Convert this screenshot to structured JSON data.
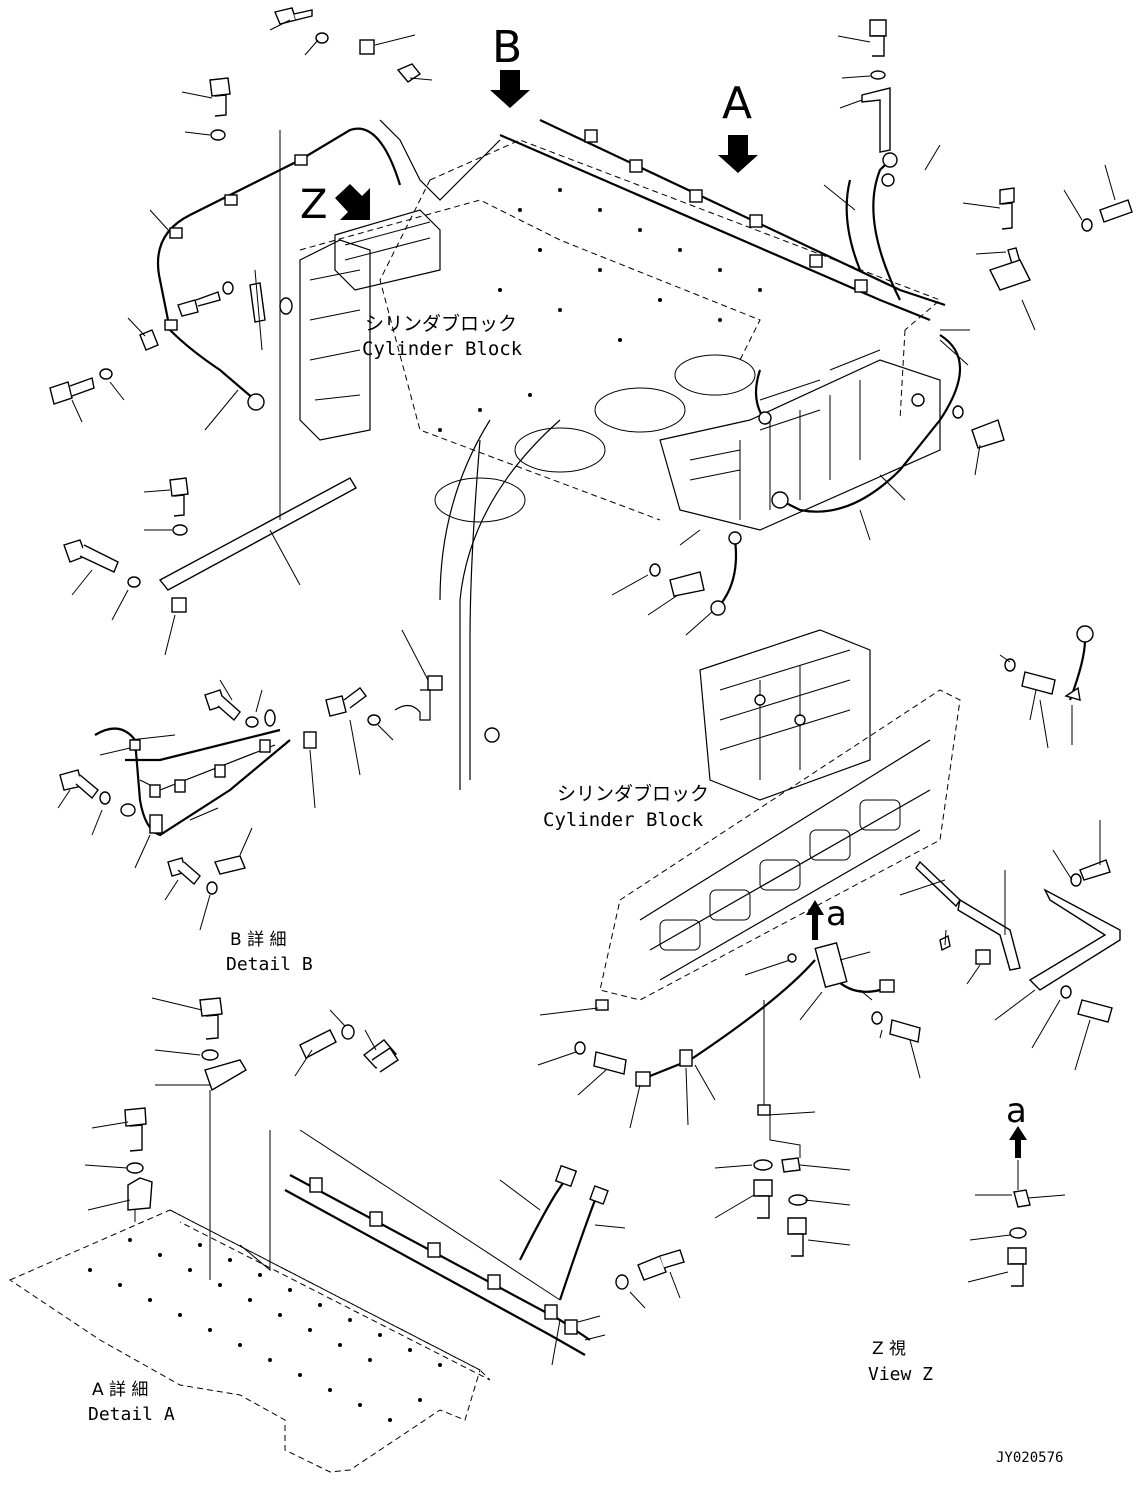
{
  "labels": {
    "cylinder_block_top_jp": "シリンダブロック",
    "cylinder_block_top_en": "Cylinder Block",
    "cylinder_block_mid_jp": "シリンダブロック",
    "cylinder_block_mid_en": "Cylinder Block",
    "detail_b_jp": "B 詳 細",
    "detail_b_en": "Detail B",
    "detail_a_jp": "A 詳 細",
    "detail_a_en": "Detail A",
    "view_z_jp": "Z 視",
    "view_z_en": "View Z",
    "drawing_number": "JY020576"
  },
  "view_markers": {
    "a": "A",
    "b": "B",
    "z": "Z",
    "sub_a_1": "a",
    "sub_a_2": "a"
  }
}
